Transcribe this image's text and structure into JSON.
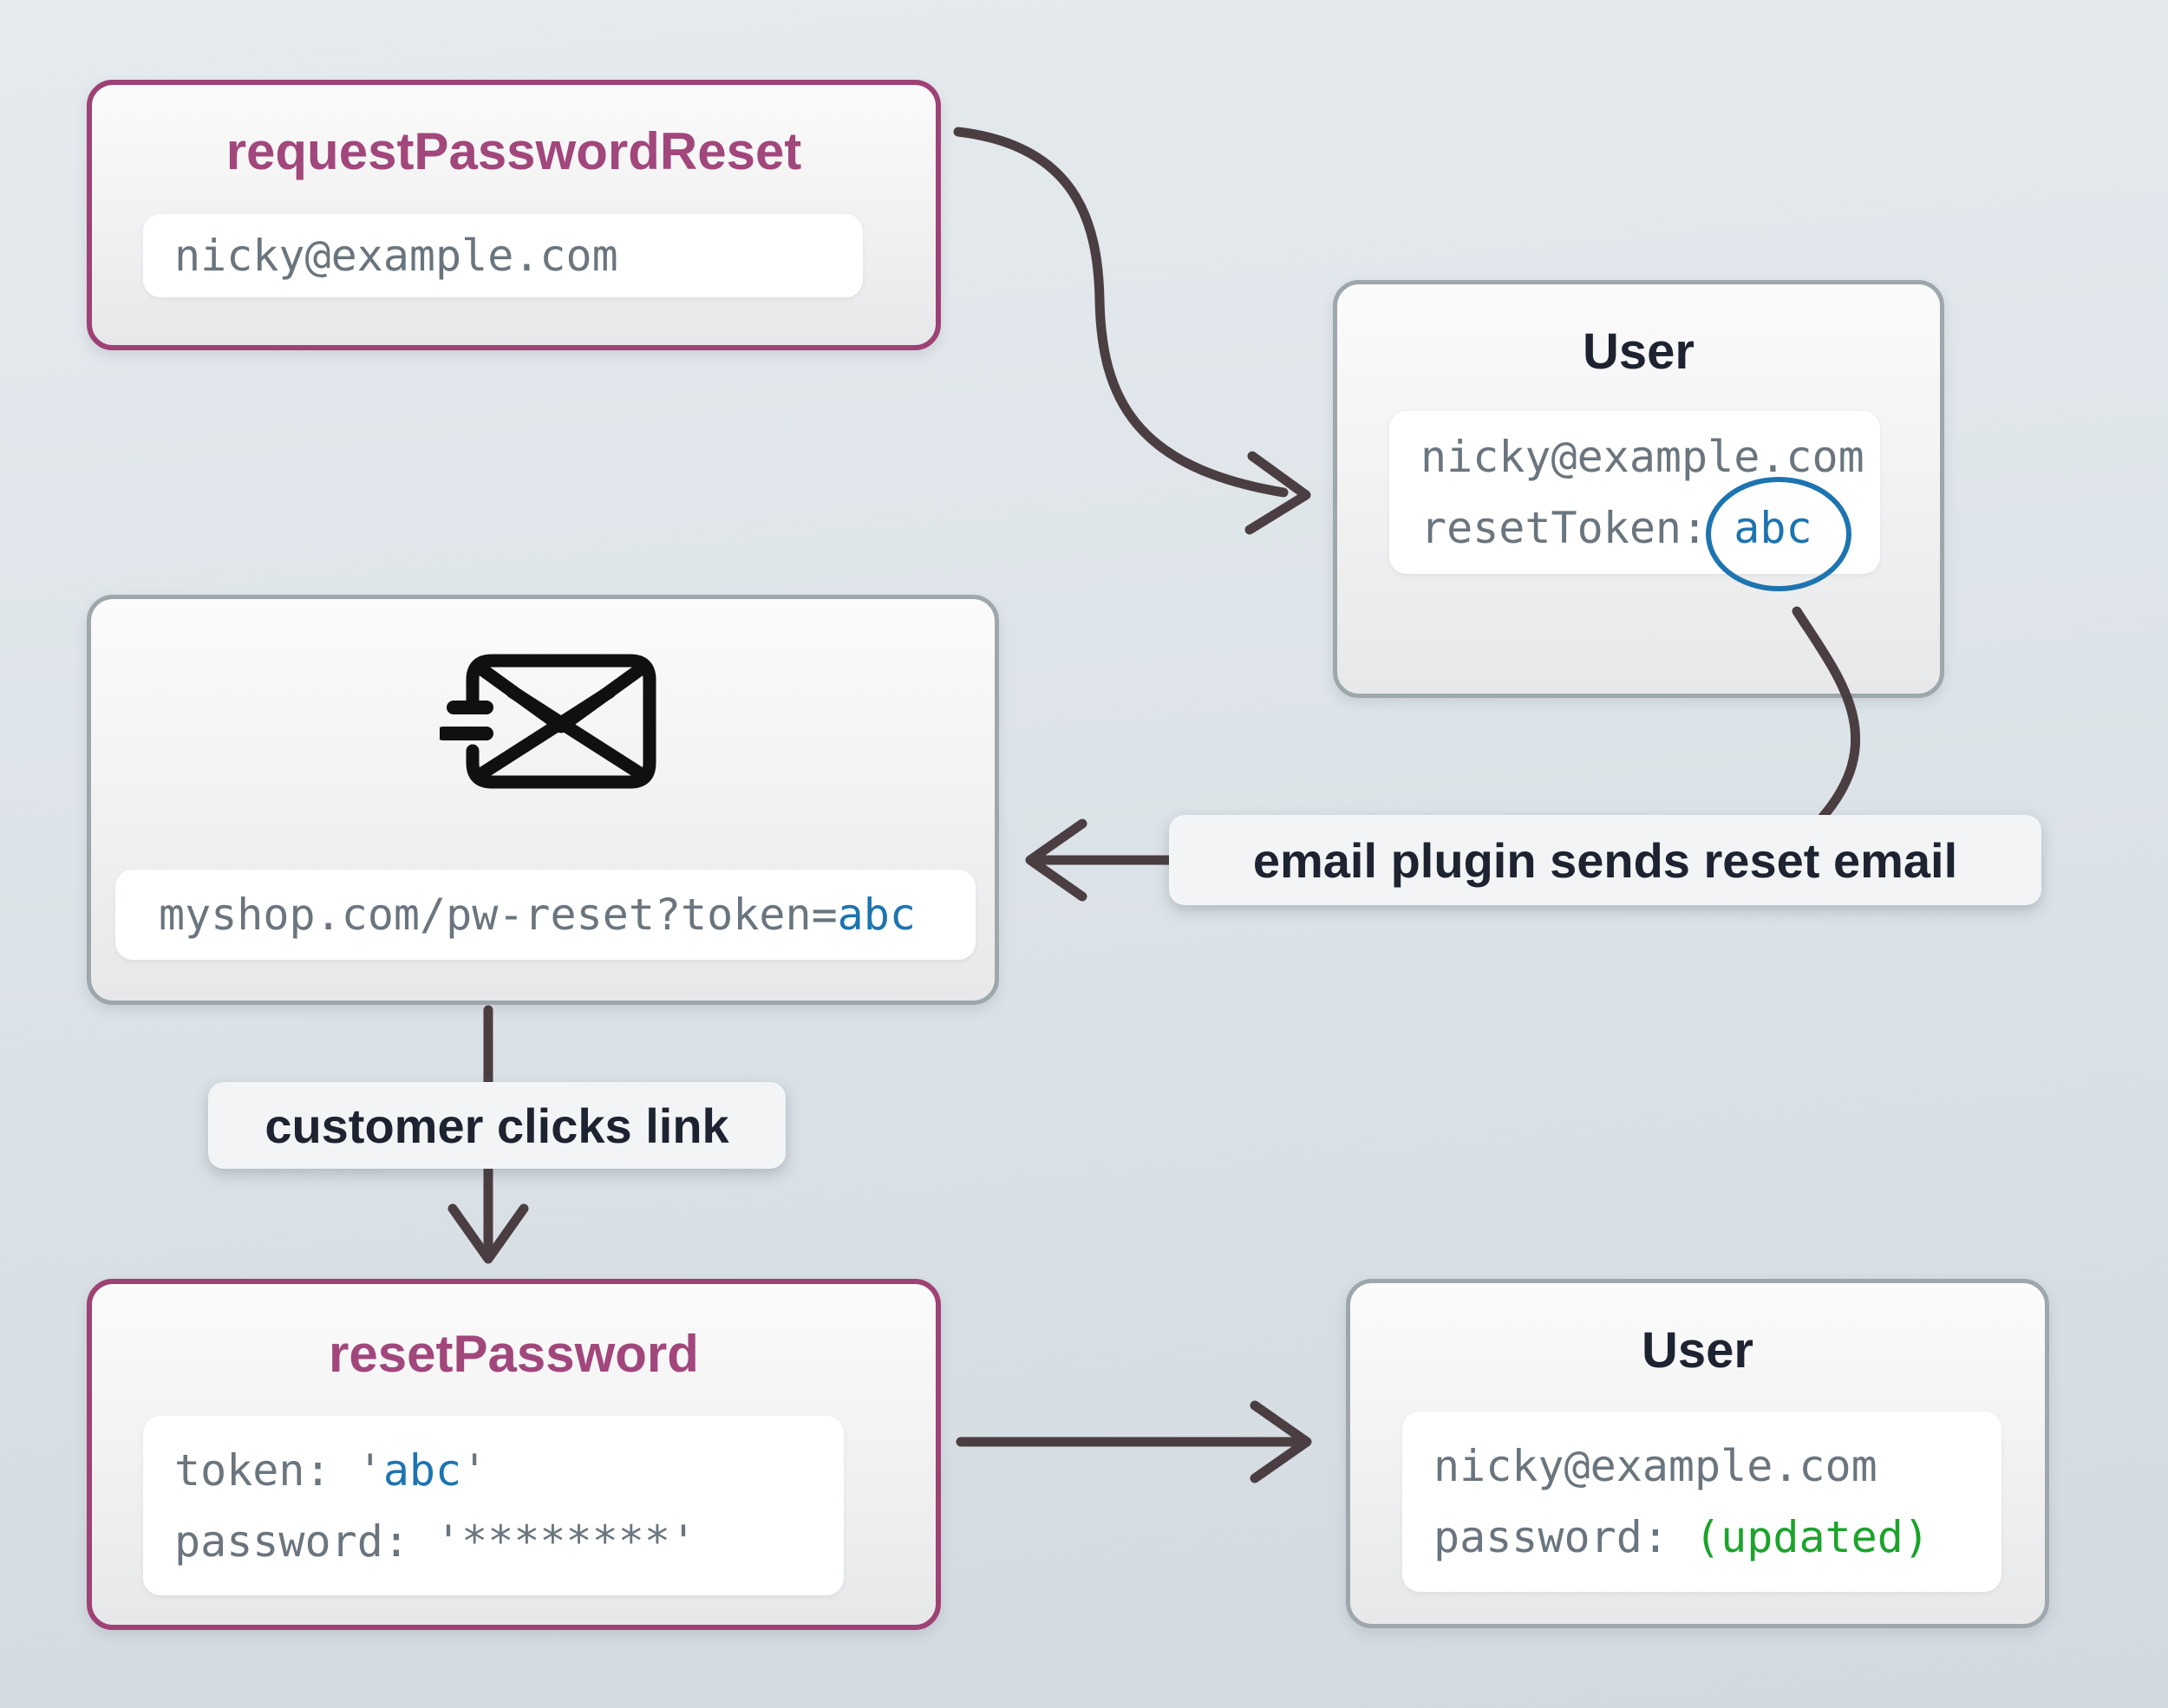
{
  "request_reset": {
    "title": "requestPasswordReset",
    "email": "nicky@example.com"
  },
  "user_top": {
    "title": "User",
    "email": "nicky@example.com",
    "token_label": "resetToken: ",
    "token_value": "abc"
  },
  "email_node": {
    "url_prefix": "myshop.com/pw-reset?token=",
    "token_value": "abc"
  },
  "annotations": {
    "email_plugin": "email plugin sends reset email",
    "customer_clicks": "customer clicks link"
  },
  "reset_password": {
    "title": "resetPassword",
    "token_prefix": "token: '",
    "token_value": "abc",
    "token_suffix": "'",
    "password_line": "password: '********'"
  },
  "user_bottom": {
    "title": "User",
    "email": "nicky@example.com",
    "password_label": "password: ",
    "password_value": "(updated)"
  },
  "colors": {
    "accent_purple": "#9e4174",
    "accent_blue": "#1c74b0",
    "accent_green": "#1ca32c",
    "arrow": "#4b3e42"
  },
  "icons": {
    "email": "email-send-icon",
    "token_circle": "token-highlight-circle"
  }
}
